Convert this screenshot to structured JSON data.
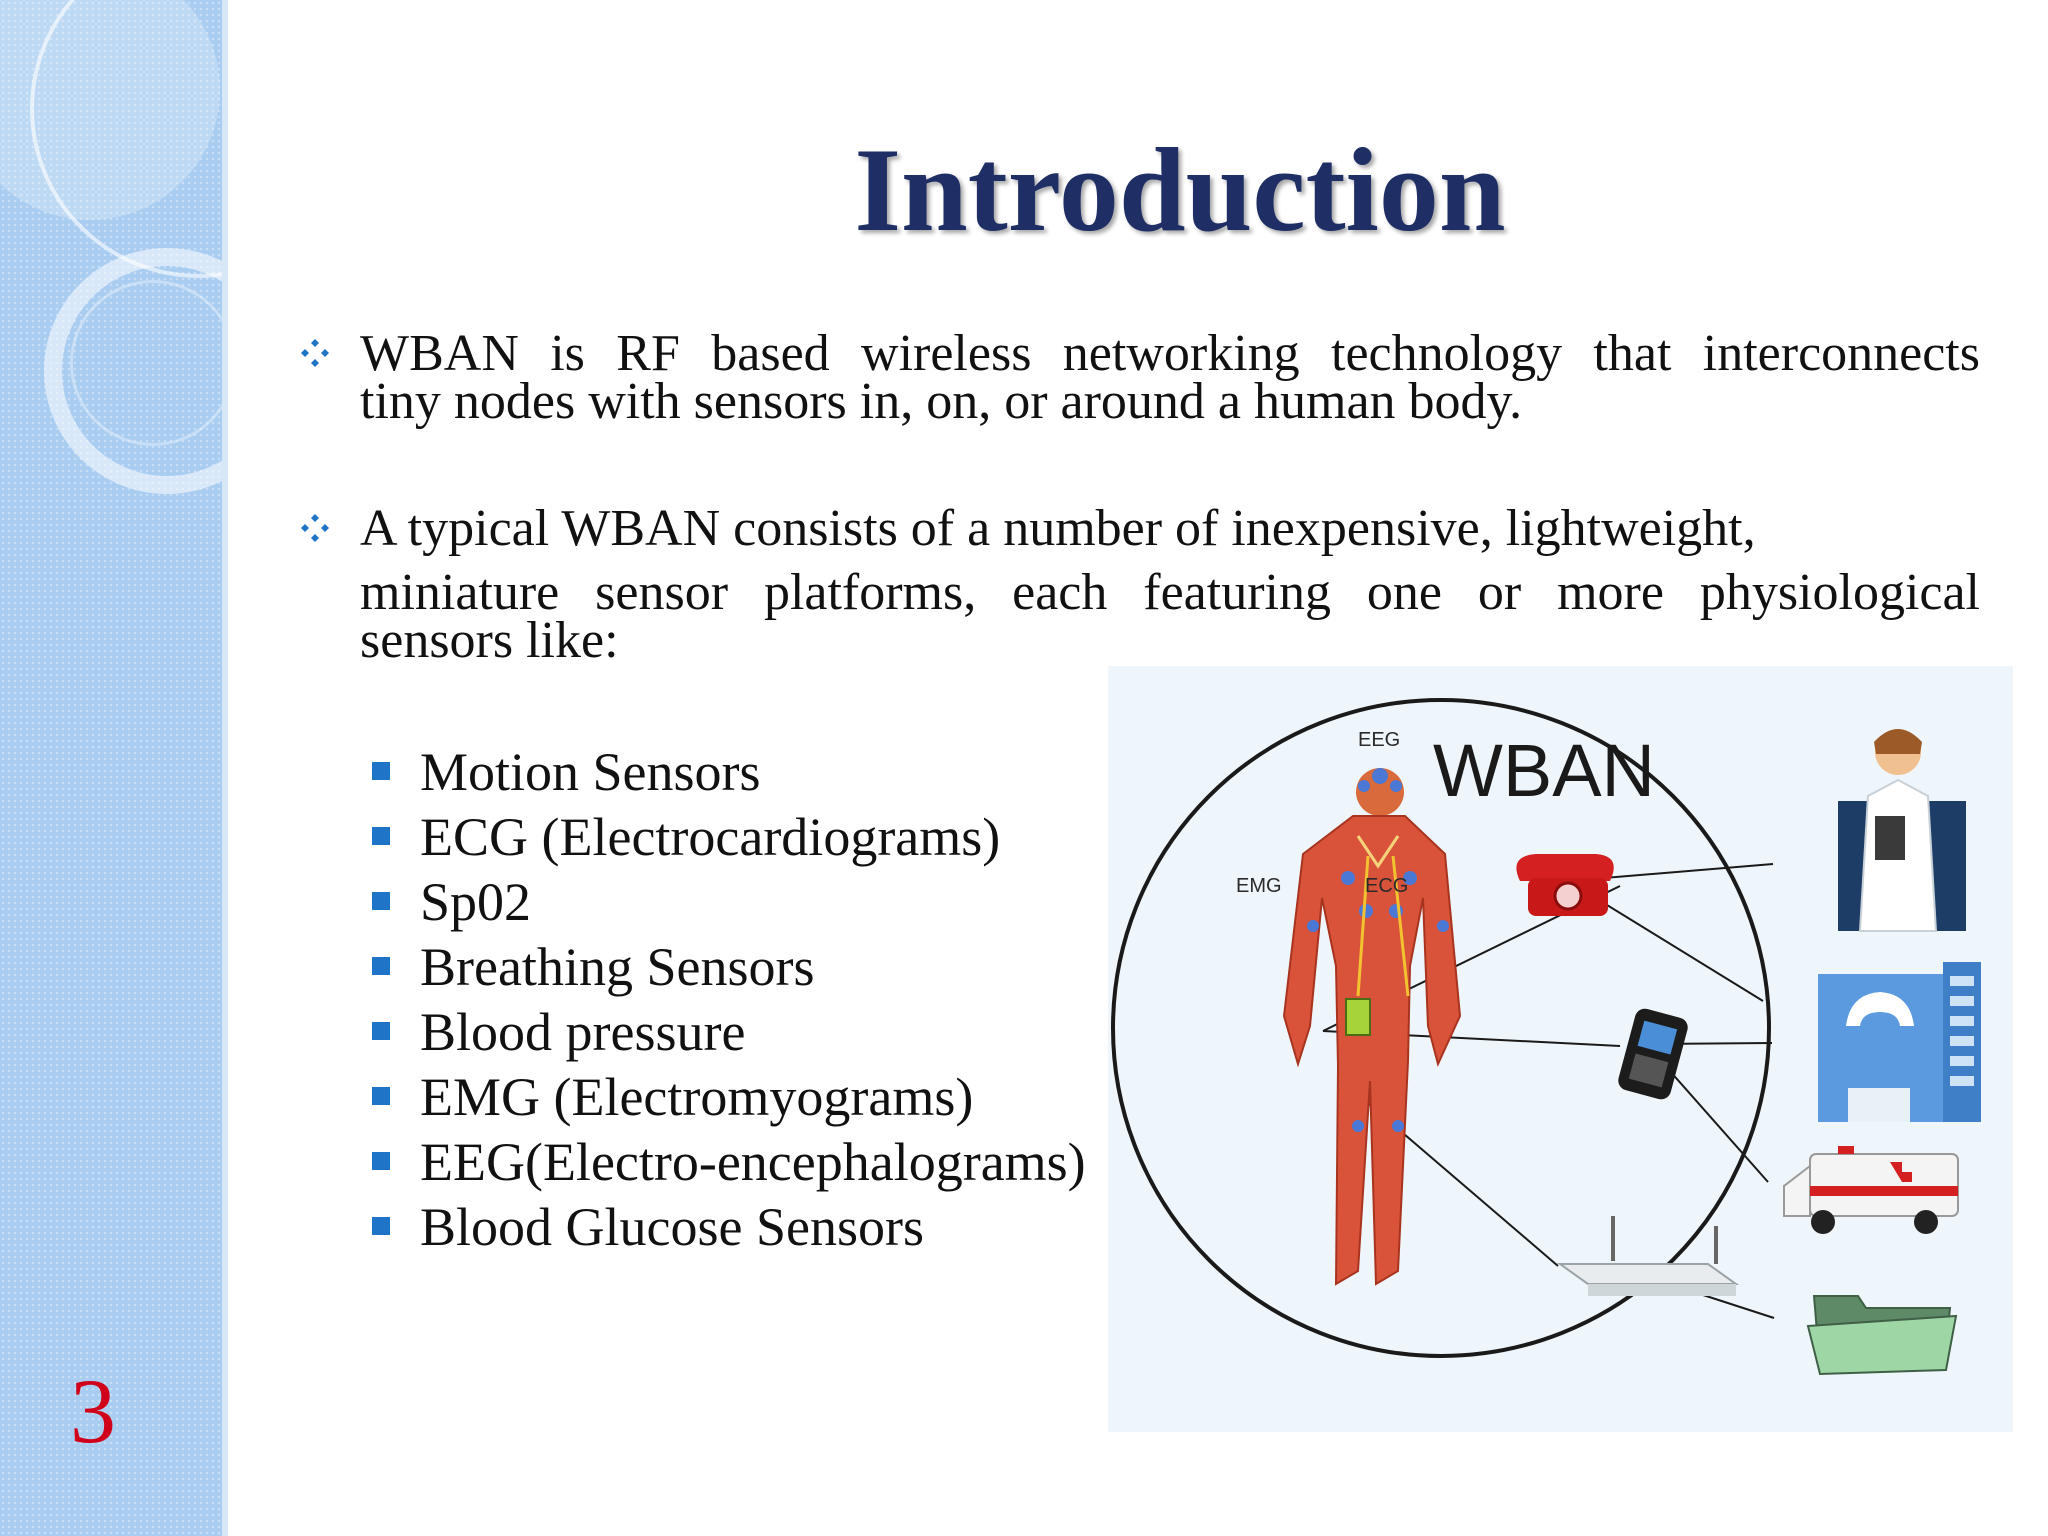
{
  "slide": {
    "number": "3",
    "title": "Introduction"
  },
  "bullets": [
    {
      "line1": "WBAN is RF based wireless networking technology that interconnects",
      "line2": "tiny nodes with sensors in, on, or around a human body."
    },
    {
      "line1": "A typical WBAN consists of a number of inexpensive, lightweight,",
      "line2": "miniature sensor platforms, each featuring one or more physiological",
      "line3": "sensors like:"
    }
  ],
  "sensors": [
    "Motion Sensors",
    "ECG (Electrocardiograms)",
    "Sp02",
    "Breathing Sensors",
    "Blood pressure",
    "EMG (Electromyograms)",
    "EEG(Electro-encephalograms)",
    "Blood Glucose Sensors"
  ],
  "diagram": {
    "title": "WBAN",
    "labels": {
      "eeg": "EEG",
      "emg": "EMG",
      "ecg": "ECG"
    }
  },
  "colors": {
    "title": "#1f2f66",
    "slide_number": "#d0021b",
    "bullet": "#1f74c8",
    "sidebar": "#a9ccf1"
  }
}
